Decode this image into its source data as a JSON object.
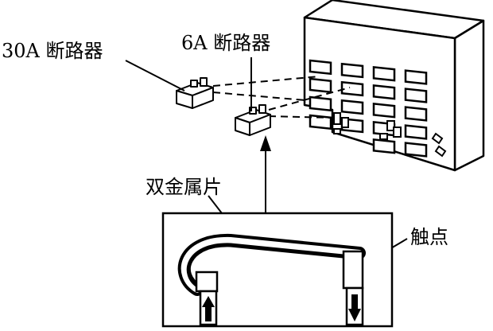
{
  "labels": {
    "breaker_30a": "30A 断路器",
    "breaker_6a": "6A 断路器",
    "bimetal_strip": "双金属片",
    "contact": "触点"
  },
  "colors": {
    "ink": "#000000",
    "paper": "#ffffff"
  }
}
